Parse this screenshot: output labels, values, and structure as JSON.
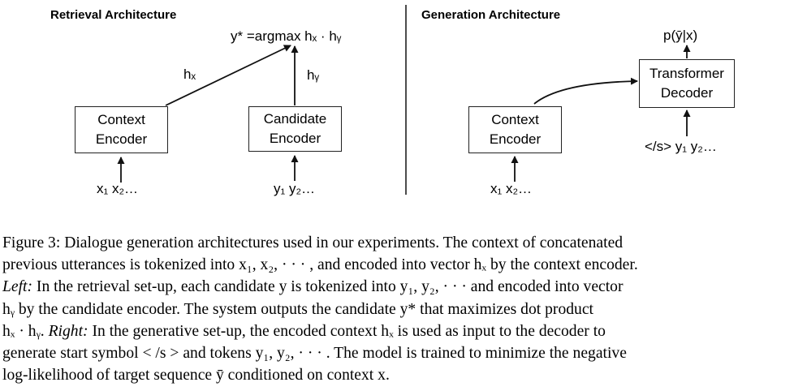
{
  "figure": {
    "retrieval": {
      "heading": "Retrieval Architecture",
      "score": "y* =argmax hₓ · hᵧ",
      "hx_label": "hₓ",
      "hy_label": "hᵧ",
      "context_encoder": [
        "Context",
        "Encoder"
      ],
      "candidate_encoder": [
        "Candidate",
        "Encoder"
      ],
      "context_input": "x₁ x₂…",
      "candidate_input": "y₁ y₂…"
    },
    "generation": {
      "heading": "Generation Architecture",
      "output": "p(ȳ|x)",
      "decoder": [
        "Transformer",
        "Decoder"
      ],
      "context_encoder": [
        "Context",
        "Encoder"
      ],
      "decoder_input": "</s> y₁ y₂…",
      "context_input": "x₁ x₂…"
    }
  },
  "caption": {
    "line1": "Figure 3: Dialogue generation architectures used in our experiments. The context of concatenated",
    "line2": "previous utterances is tokenized into x₁, x₂, · · · , and encoded into vector hₓ by the context encoder.",
    "line3_left": "Left:",
    "line3_rest": " In the retrieval set-up, each candidate y is tokenized into y₁, y₂, · · · and encoded into vector",
    "line4": "hᵧ by the candidate encoder. The system outputs the candidate y* that maximizes dot product",
    "line5_a": "hₓ · hᵧ. ",
    "line5_right": "Right:",
    "line5_rest": " In the generative set-up, the encoded context hₓ is used as input to the decoder to",
    "line6": "generate start symbol < /s > and tokens y₁, y₂, · · · . The model is trained to minimize the negative",
    "line7": "log-likelihood of target sequence ȳ conditioned on context x."
  }
}
